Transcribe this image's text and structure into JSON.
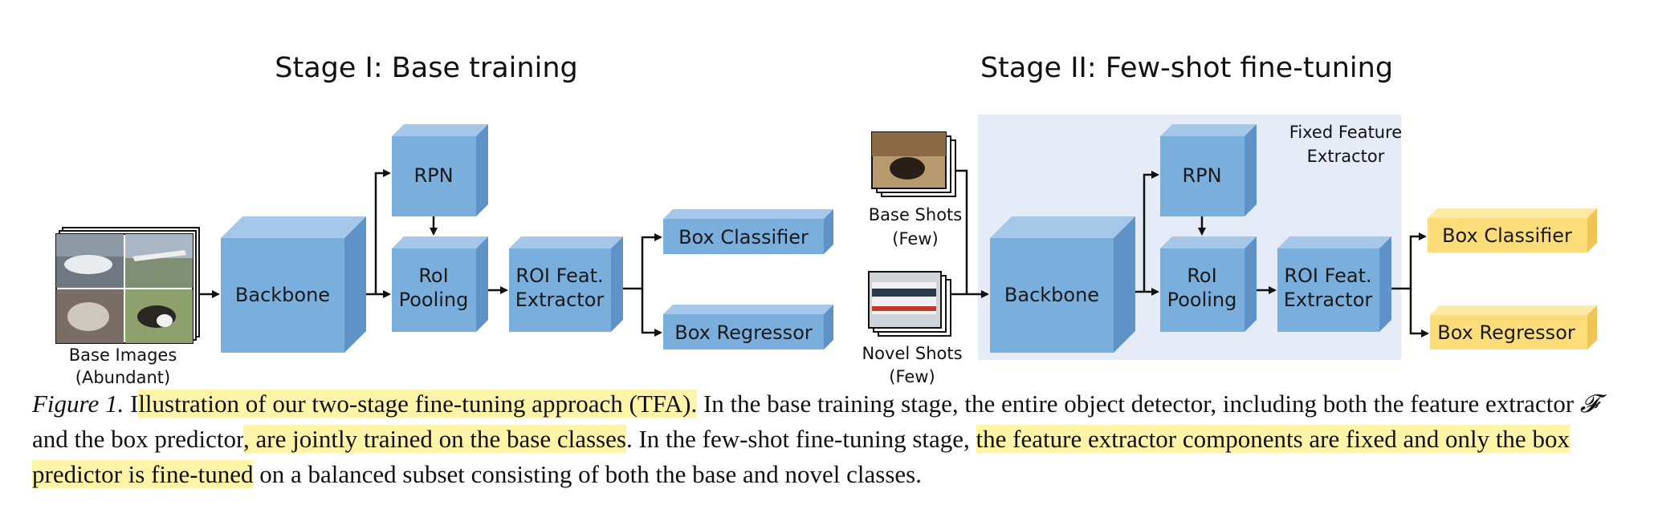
{
  "figure": {
    "stage1": {
      "title": "Stage I: Base training",
      "base_images_label": "Base Images",
      "base_images_sub": "(Abundant)",
      "backbone": "Backbone",
      "rpn": "RPN",
      "roi_pool_line1": "RoI",
      "roi_pool_line2": "Pooling",
      "roi_feat_line1": "ROI Feat.",
      "roi_feat_line2": "Extractor",
      "box_classifier": "Box Classifier",
      "box_regressor": "Box Regressor"
    },
    "stage2": {
      "title": "Stage II: Few-shot fine-tuning",
      "fixed_line1": "Fixed Feature",
      "fixed_line2": "Extractor",
      "base_shots": "Base Shots",
      "base_shots_sub": "(Few)",
      "novel_shots": "Novel Shots",
      "novel_shots_sub": "(Few)",
      "backbone": "Backbone",
      "rpn": "RPN",
      "roi_pool_line1": "RoI",
      "roi_pool_line2": "Pooling",
      "roi_feat_line1": "ROI Feat.",
      "roi_feat_line2": "Extractor",
      "box_classifier": "Box Classifier",
      "box_regressor": "Box Regressor"
    },
    "colors": {
      "box_front": "#7aaedd",
      "box_top": "#a4c7ea",
      "box_side": "#5f93c8",
      "yellow_front": "#fddc7a",
      "yellow_top": "#feeaa7",
      "yellow_side": "#efc556",
      "fixed_bg": "#e5ecf7",
      "highlight": "#fff4a8"
    }
  },
  "caption": {
    "fig_label": "Figure 1.",
    "s1": " I",
    "h1": "llustration of our two-stage fine-tuning approach (TFA).",
    "s2": " In the base training stage, the entire object detector, including both the feature extractor ",
    "math_f": "𝓕",
    "s3": " and the box predictor",
    "h2": ", are jointly trained on the base classes",
    "s4": ". In the few-shot fine-tuning stage, ",
    "h3": "the feature extractor components are fixed and only the box predictor is fine-tuned",
    "s5": " on a balanced subset consisting of both the base and novel classes."
  }
}
